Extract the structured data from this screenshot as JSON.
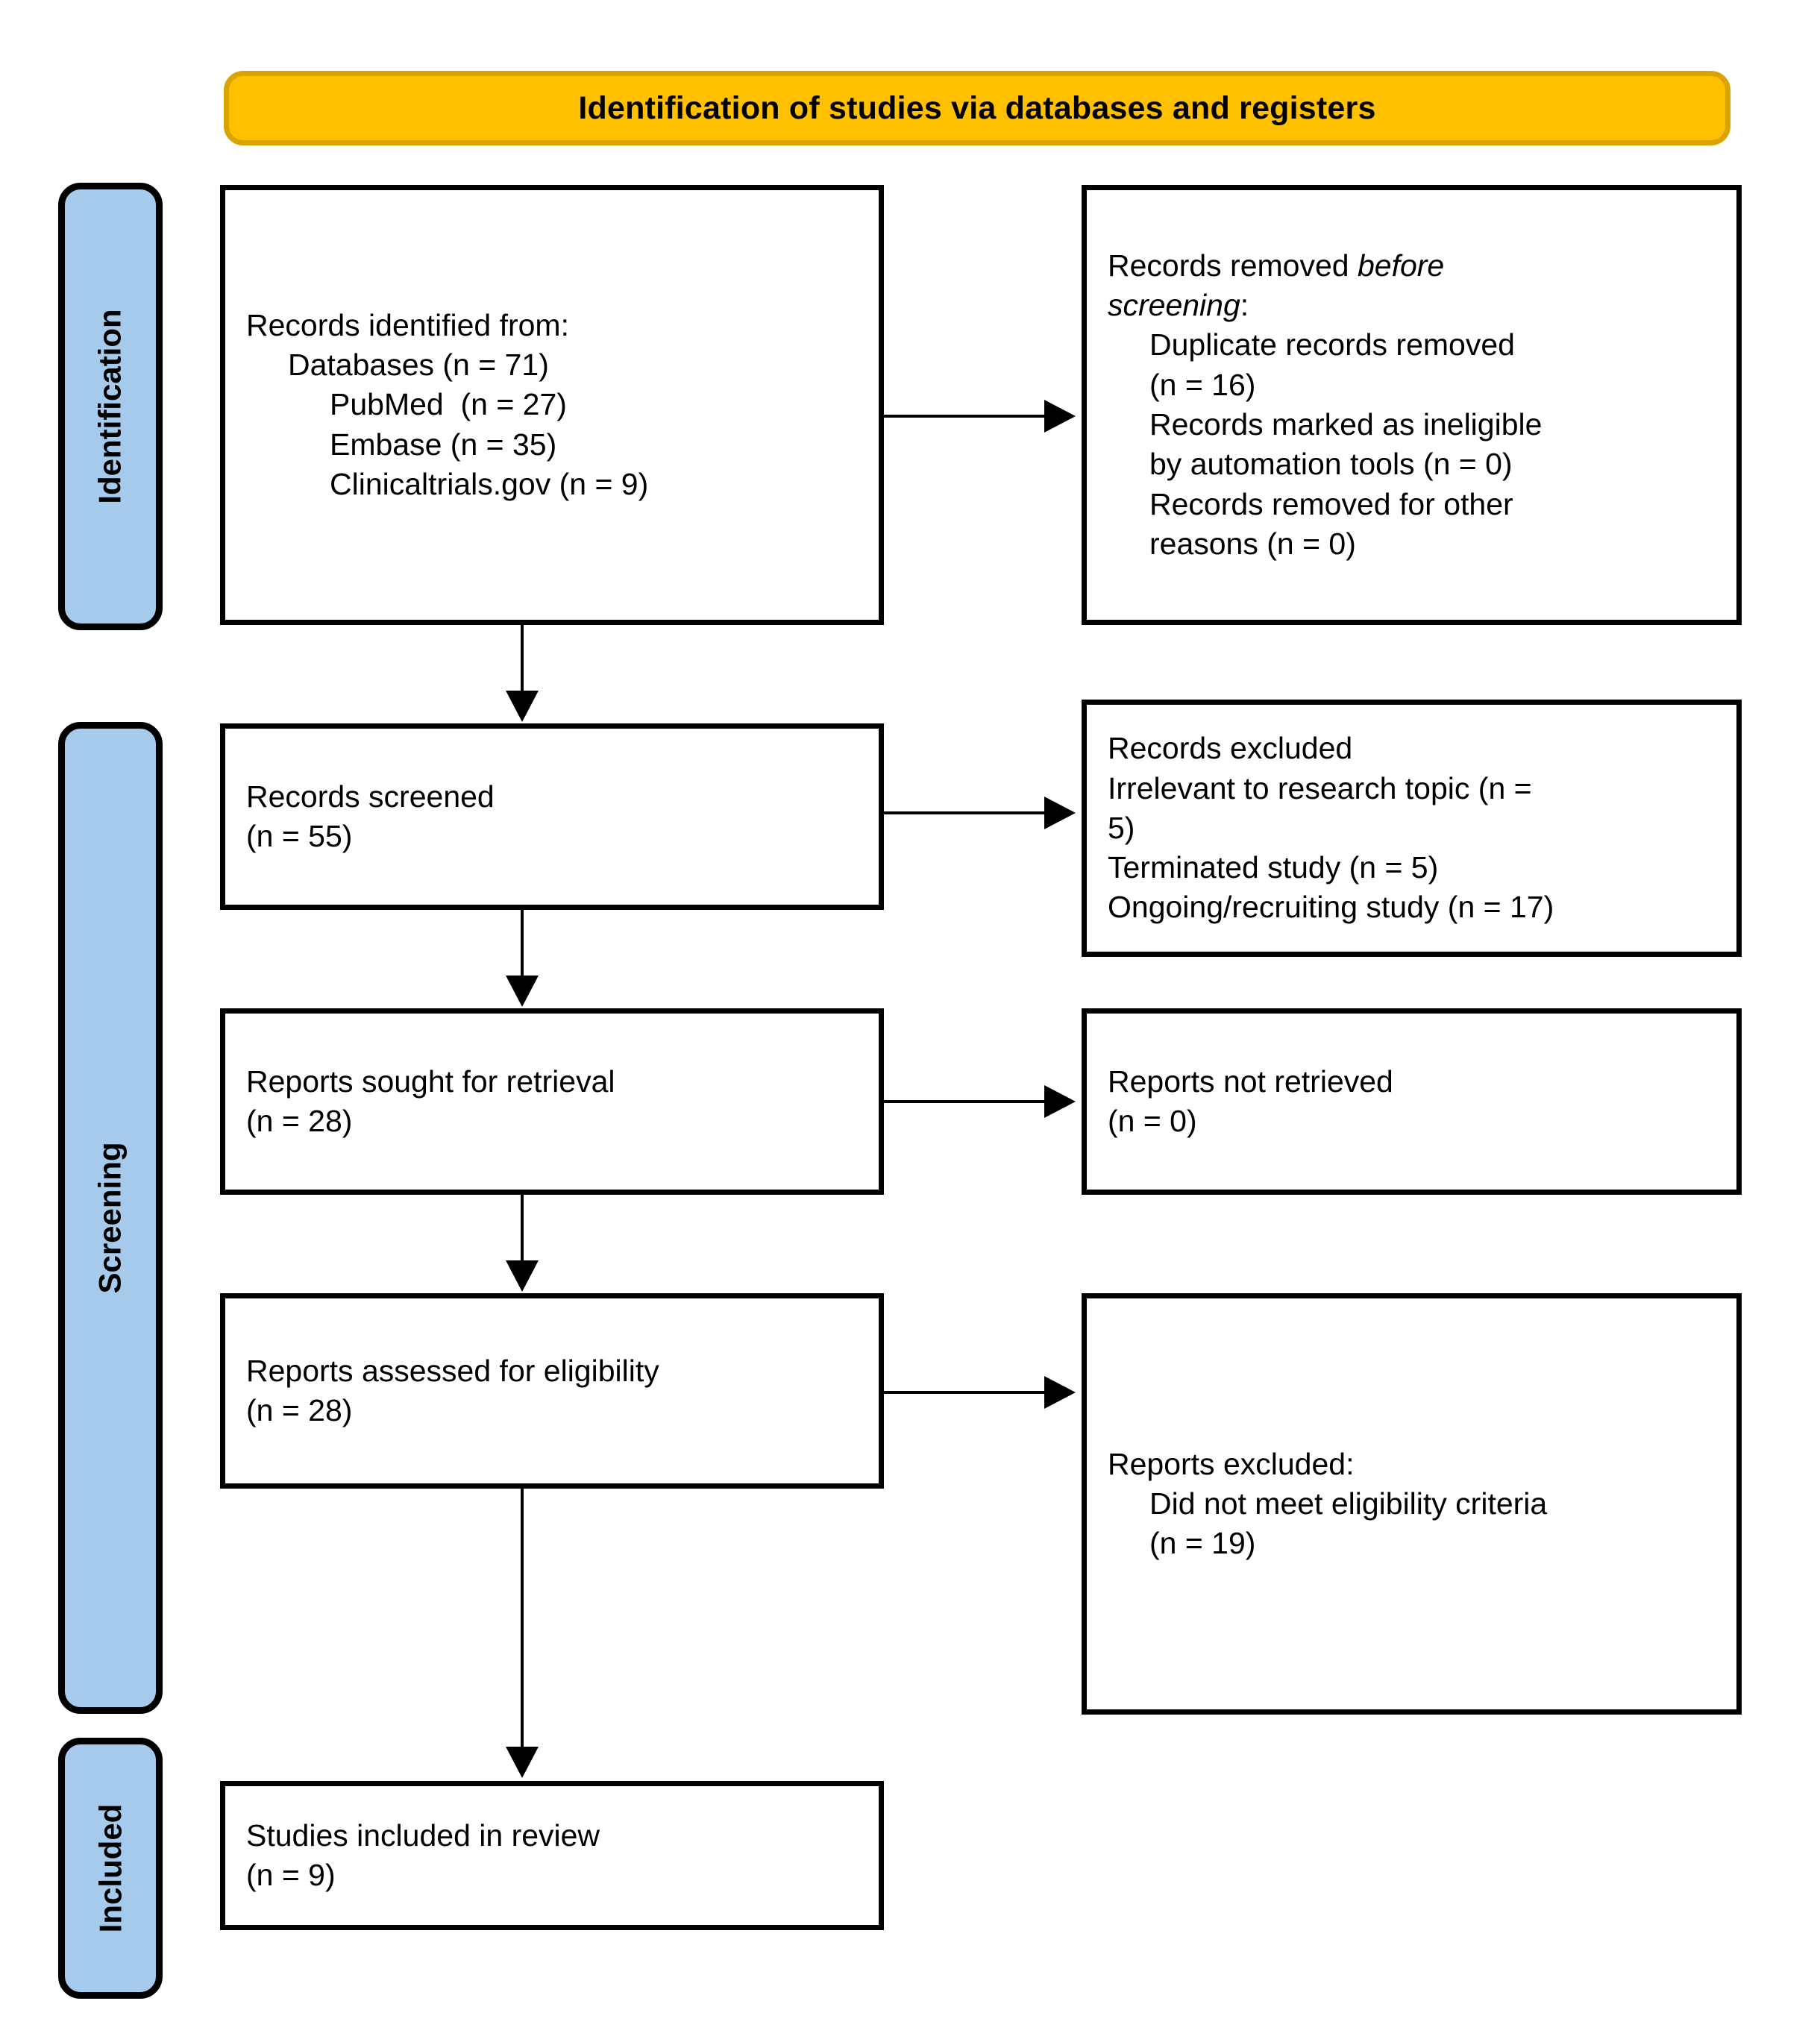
{
  "diagram": {
    "type": "PRISMA 2020 flow diagram",
    "banner": {
      "title": "Identification of studies via databases and registers",
      "color": "#FFC000"
    },
    "stages": [
      {
        "label": "Identification",
        "color": "#A6CAEC"
      },
      {
        "label": "Screening",
        "color": "#A6CAEC"
      },
      {
        "label": "Included",
        "color": "#A6CAEC"
      }
    ],
    "boxes": {
      "records_identified": {
        "lines": [
          "Records identified from:",
          "Databases (n = 71)",
          "PubMed  (n = 27)",
          "Embase (n = 35)",
          "Clinicaltrials.gov (n = 9)"
        ]
      },
      "records_removed": {
        "line1_plain": "Records removed ",
        "line1_italic": "before",
        "line2_italic": "screening",
        "line2_plain": ":",
        "lines": [
          "Duplicate records removed",
          "(n = 16)",
          "Records marked as ineligible",
          "by automation tools (n = 0)",
          "Records removed for other",
          "reasons (n = 0)"
        ]
      },
      "records_screened": {
        "lines": [
          "Records screened",
          "(n = 55)"
        ]
      },
      "records_excluded": {
        "lines": [
          "Records excluded",
          "Irrelevant to research topic (n =",
          "5)",
          "Terminated study (n = 5)",
          "Ongoing/recruiting study (n = 17)"
        ]
      },
      "reports_sought": {
        "lines": [
          "Reports sought for retrieval",
          "(n = 28)"
        ]
      },
      "reports_not_retrieved": {
        "lines": [
          "Reports not retrieved",
          "(n = 0)"
        ]
      },
      "reports_assessed": {
        "lines": [
          "Reports assessed for eligibility",
          "(n = 28)"
        ]
      },
      "reports_excluded": {
        "lines": [
          "Reports excluded:",
          "Did not meet eligibility criteria",
          "(n = 19)"
        ]
      },
      "studies_included": {
        "lines": [
          "Studies included in review",
          "(n = 9)"
        ]
      }
    }
  }
}
